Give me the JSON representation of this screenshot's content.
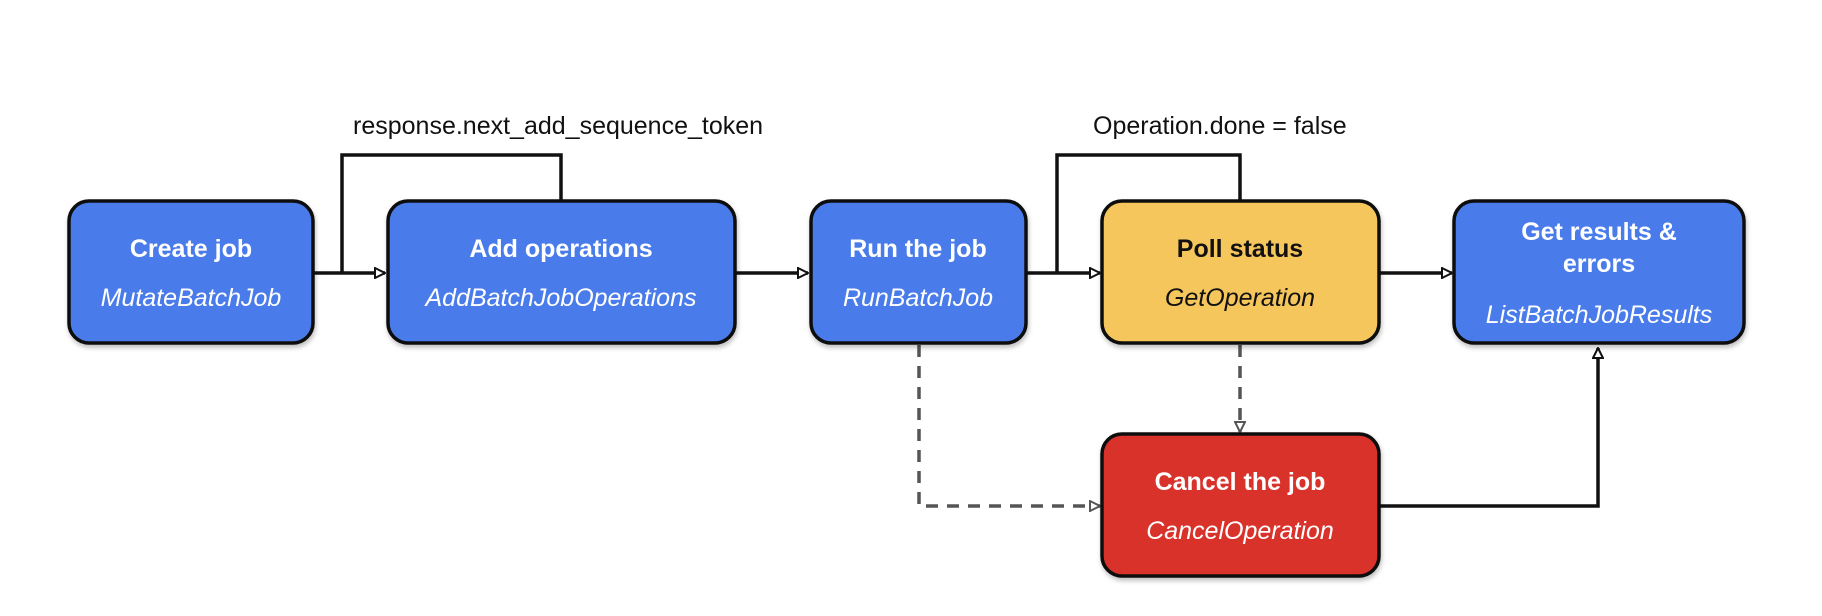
{
  "colors": {
    "blue": "#4a7bea",
    "yellow": "#f5c65c",
    "red": "#d93029",
    "stroke": "#111111",
    "dashed": "#555555",
    "text_light": "#ffffff",
    "text_dark": "#111111"
  },
  "nodes": {
    "create_job": {
      "title": "Create job",
      "subtitle": "MutateBatchJob"
    },
    "add_operations": {
      "title": "Add operations",
      "subtitle": "AddBatchJobOperations"
    },
    "run_job": {
      "title": "Run the job",
      "subtitle": "RunBatchJob"
    },
    "poll_status": {
      "title": "Poll status",
      "subtitle": "GetOperation"
    },
    "get_results": {
      "title_line1": "Get results &",
      "title_line2": "errors",
      "subtitle": "ListBatchJobResults"
    },
    "cancel_job": {
      "title": "Cancel the job",
      "subtitle": "CancelOperation"
    }
  },
  "edges": [
    {
      "from": "create_job",
      "to": "add_operations",
      "style": "solid"
    },
    {
      "from": "add_operations",
      "to": "add_operations",
      "style": "solid",
      "label": "response.next_add_sequence_token"
    },
    {
      "from": "add_operations",
      "to": "run_job",
      "style": "solid"
    },
    {
      "from": "run_job",
      "to": "poll_status",
      "style": "solid"
    },
    {
      "from": "poll_status",
      "to": "poll_status",
      "style": "solid",
      "label": "Operation.done = false"
    },
    {
      "from": "poll_status",
      "to": "get_results",
      "style": "solid"
    },
    {
      "from": "poll_status",
      "to": "cancel_job",
      "style": "dashed"
    },
    {
      "from": "run_job",
      "to": "cancel_job",
      "style": "dashed"
    },
    {
      "from": "cancel_job",
      "to": "get_results",
      "style": "solid"
    }
  ],
  "edge_labels": {
    "add_loop": "response.next_add_sequence_token",
    "poll_loop": "Operation.done = false"
  }
}
